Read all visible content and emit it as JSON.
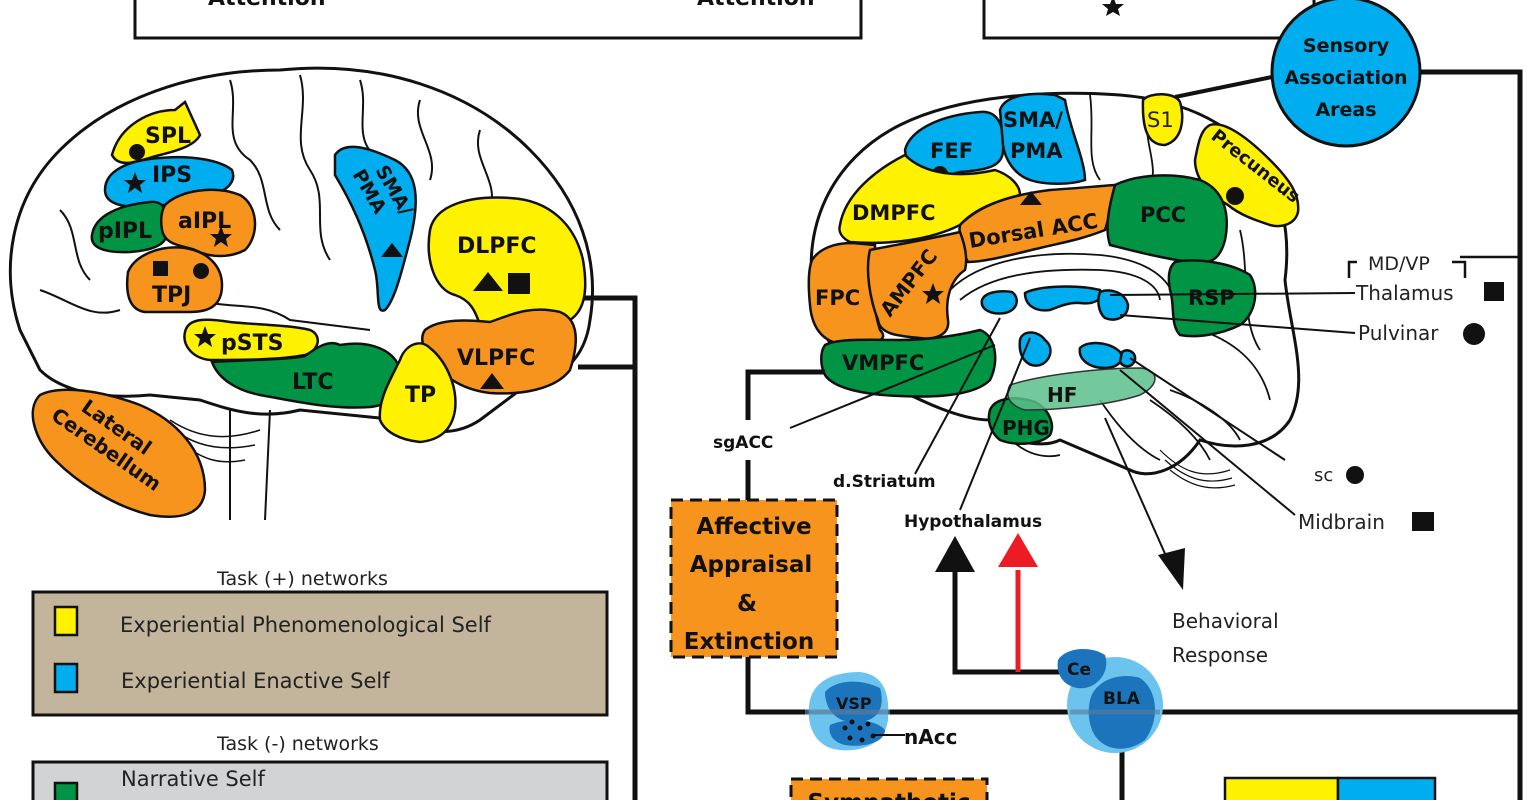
{
  "colors": {
    "yellow": "#FFF200",
    "blue": "#00AEEF",
    "orange": "#F7941D",
    "green": "#009444",
    "hf_green": "#5BC08A",
    "dark_blue": "#1C75BC",
    "light_blue": "#6CC4EE",
    "legend_tan": "#C2B59B",
    "legend_gray": "#D1D3D4",
    "red": "#ED1C24"
  },
  "top_boxes": {
    "left_box": {
      "left_text": "Attention",
      "right_text": "Attention"
    },
    "right_box": {
      "symbol": "star"
    }
  },
  "lateral_brain": {
    "regions": [
      {
        "label": "SPL",
        "network": "yellow",
        "symbols": [
          "circle"
        ]
      },
      {
        "label": "IPS",
        "network": "blue",
        "symbols": [
          "star"
        ]
      },
      {
        "label": "pIPL",
        "network": "green",
        "symbols": []
      },
      {
        "label": "aIPL",
        "network": "orange",
        "symbols": [
          "star"
        ]
      },
      {
        "label": "TPJ",
        "network": "orange",
        "symbols": [
          "square",
          "circle"
        ]
      },
      {
        "label": "SMA/PMA",
        "network": "blue",
        "symbols": [
          "triangle"
        ]
      },
      {
        "label": "DLPFC",
        "network": "yellow",
        "symbols": [
          "triangle",
          "square"
        ]
      },
      {
        "label": "VLPFC",
        "network": "orange",
        "symbols": [
          "triangle"
        ]
      },
      {
        "label": "pSTS",
        "network": "yellow",
        "symbols": [
          "star"
        ]
      },
      {
        "label": "LTC",
        "network": "green",
        "symbols": []
      },
      {
        "label": "TP",
        "network": "yellow",
        "symbols": []
      },
      {
        "label": "Lateral Cerebellum",
        "network": "orange",
        "symbols": []
      }
    ]
  },
  "medial_brain": {
    "regions": [
      {
        "label": "FEF",
        "network": "blue",
        "symbols": [
          "circle"
        ]
      },
      {
        "label": "SMA/ PMA",
        "network": "blue",
        "symbols": []
      },
      {
        "label": "S1",
        "network": "yellow",
        "symbols": []
      },
      {
        "label": "Precuneus",
        "network": "yellow",
        "symbols": [
          "circle"
        ]
      },
      {
        "label": "DMPFC",
        "network": "yellow",
        "symbols": []
      },
      {
        "label": "Dorsal ACC",
        "network": "orange",
        "symbols": [
          "triangle"
        ]
      },
      {
        "label": "PCC",
        "network": "green",
        "symbols": []
      },
      {
        "label": "FPC",
        "network": "orange",
        "symbols": []
      },
      {
        "label": "AMPFC",
        "network": "orange",
        "symbols": [
          "star"
        ]
      },
      {
        "label": "RSP",
        "network": "green",
        "symbols": []
      },
      {
        "label": "VMPFC",
        "network": "green",
        "symbols": []
      },
      {
        "label": "HF",
        "network": "green",
        "symbols": []
      },
      {
        "label": "PHG",
        "network": "green",
        "symbols": []
      }
    ],
    "sensory_circle": "Sensory Association Areas",
    "callouts": {
      "md_vp": "MD/VP",
      "thalamus": "Thalamus",
      "pulvinar": "Pulvinar",
      "sc": "sc",
      "midbrain": "Midbrain",
      "sgacc": "sgACC",
      "striatum": "d.Striatum",
      "hypothalamus": "Hypothalamus",
      "behavioral": "Behavioral",
      "response": "Response"
    }
  },
  "amygdala": {
    "ce": "Ce",
    "bla": "BLA",
    "vsp": "VSP",
    "nacc": "nAcc"
  },
  "affective_box": {
    "lines": [
      "Affective",
      "Appraisal",
      "&",
      "Extinction"
    ]
  },
  "sympathetic_box": {
    "text": "Sympathetic"
  },
  "legend": {
    "task_pos_title": "Task (+) networks",
    "task_pos_items": [
      {
        "color": "yellow",
        "label": "Experiential Phenomenological Self"
      },
      {
        "color": "blue",
        "label": "Experiential Enactive Self"
      }
    ],
    "task_neg_title": "Task (-) networks",
    "task_neg_items": [
      {
        "color": "green",
        "label": "Narrative Self"
      }
    ]
  }
}
